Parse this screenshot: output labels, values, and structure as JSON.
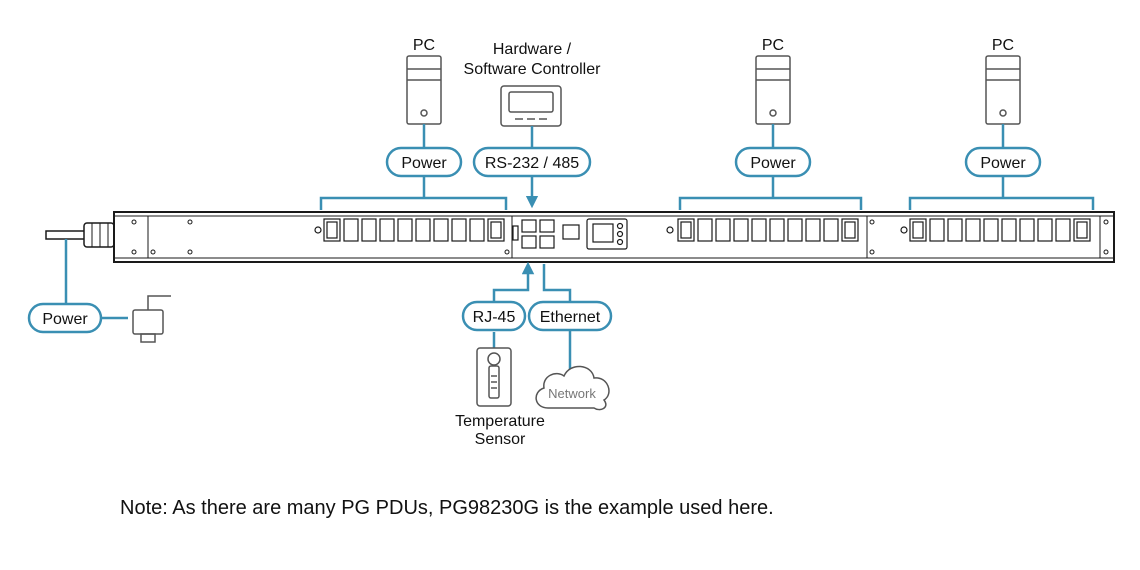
{
  "colors": {
    "link_blue": "#3a8fb3",
    "outline": "#1a1a1a",
    "device_gray": "#555555",
    "network_text": "#777777"
  },
  "devices": {
    "pc_label": "PC",
    "controller_label_line1": "Hardware /",
    "controller_label_line2": "Software Controller",
    "sensor_label_line1": "Temperature",
    "sensor_label_line2": "Sensor",
    "network_label": "Network"
  },
  "connections": {
    "power": "Power",
    "serial": "RS-232 / 485",
    "rj45": "RJ-45",
    "ethernet": "Ethernet"
  },
  "icons": [
    "pc-tower-icon",
    "controller-screen-icon",
    "temperature-sensor-icon",
    "network-cloud-icon",
    "power-plug-icon",
    "pdu-unit"
  ],
  "note": "Note: As there are many PG PDUs, PG98230G is the example used here."
}
